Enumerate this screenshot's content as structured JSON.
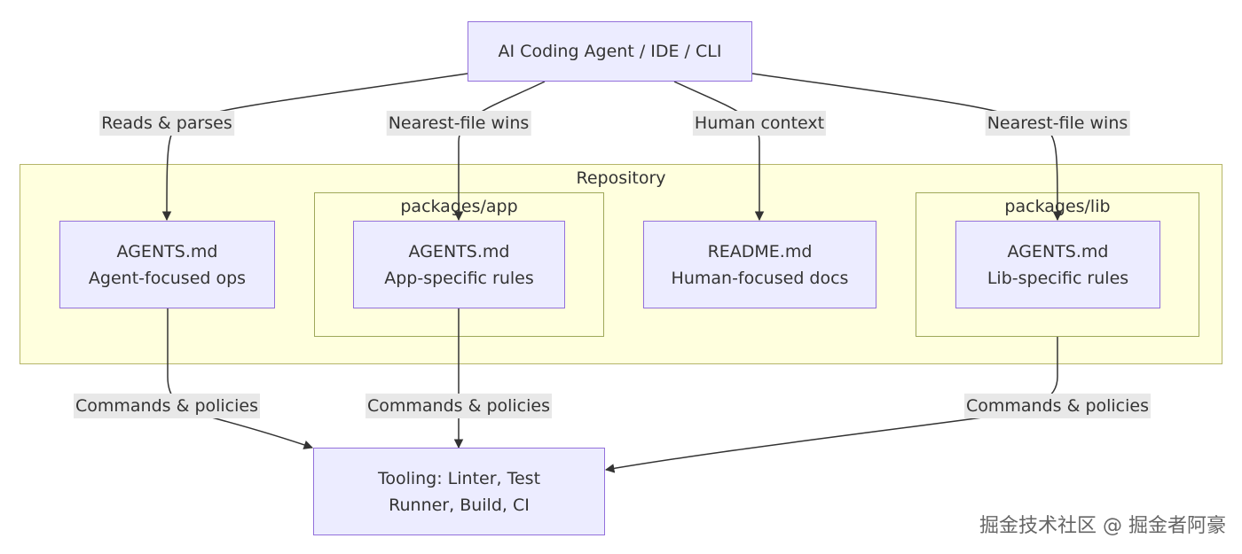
{
  "nodes": {
    "agent": {
      "lines": [
        "AI Coding Agent / IDE / CLI"
      ]
    },
    "agents_root": {
      "lines": [
        "AGENTS.md",
        "Agent-focused ops"
      ]
    },
    "agents_app": {
      "lines": [
        "AGENTS.md",
        "App-specific rules"
      ]
    },
    "readme": {
      "lines": [
        "README.md",
        "Human-focused docs"
      ]
    },
    "agents_lib": {
      "lines": [
        "AGENTS.md",
        "Lib-specific rules"
      ]
    },
    "tooling": {
      "lines": [
        "Tooling: Linter, Test",
        "Runner, Build, CI"
      ]
    }
  },
  "clusters": {
    "repository": "Repository",
    "app": "packages/app",
    "lib": "packages/lib"
  },
  "edge_labels": {
    "reads_parses": "Reads & parses",
    "nearest_app": "Nearest-file wins",
    "human_context": "Human context",
    "nearest_lib": "Nearest-file wins",
    "commands_root": "Commands & policies",
    "commands_app": "Commands & policies",
    "commands_lib": "Commands & policies"
  },
  "watermark": "掘金技术社区 @ 掘金者阿豪",
  "colors": {
    "node_fill": "#ececff",
    "node_border": "#9370db",
    "cluster_fill": "#ffffde",
    "cluster_border": "#b5b56a",
    "edge": "#333333",
    "label_bg": "#e8e8e8"
  }
}
